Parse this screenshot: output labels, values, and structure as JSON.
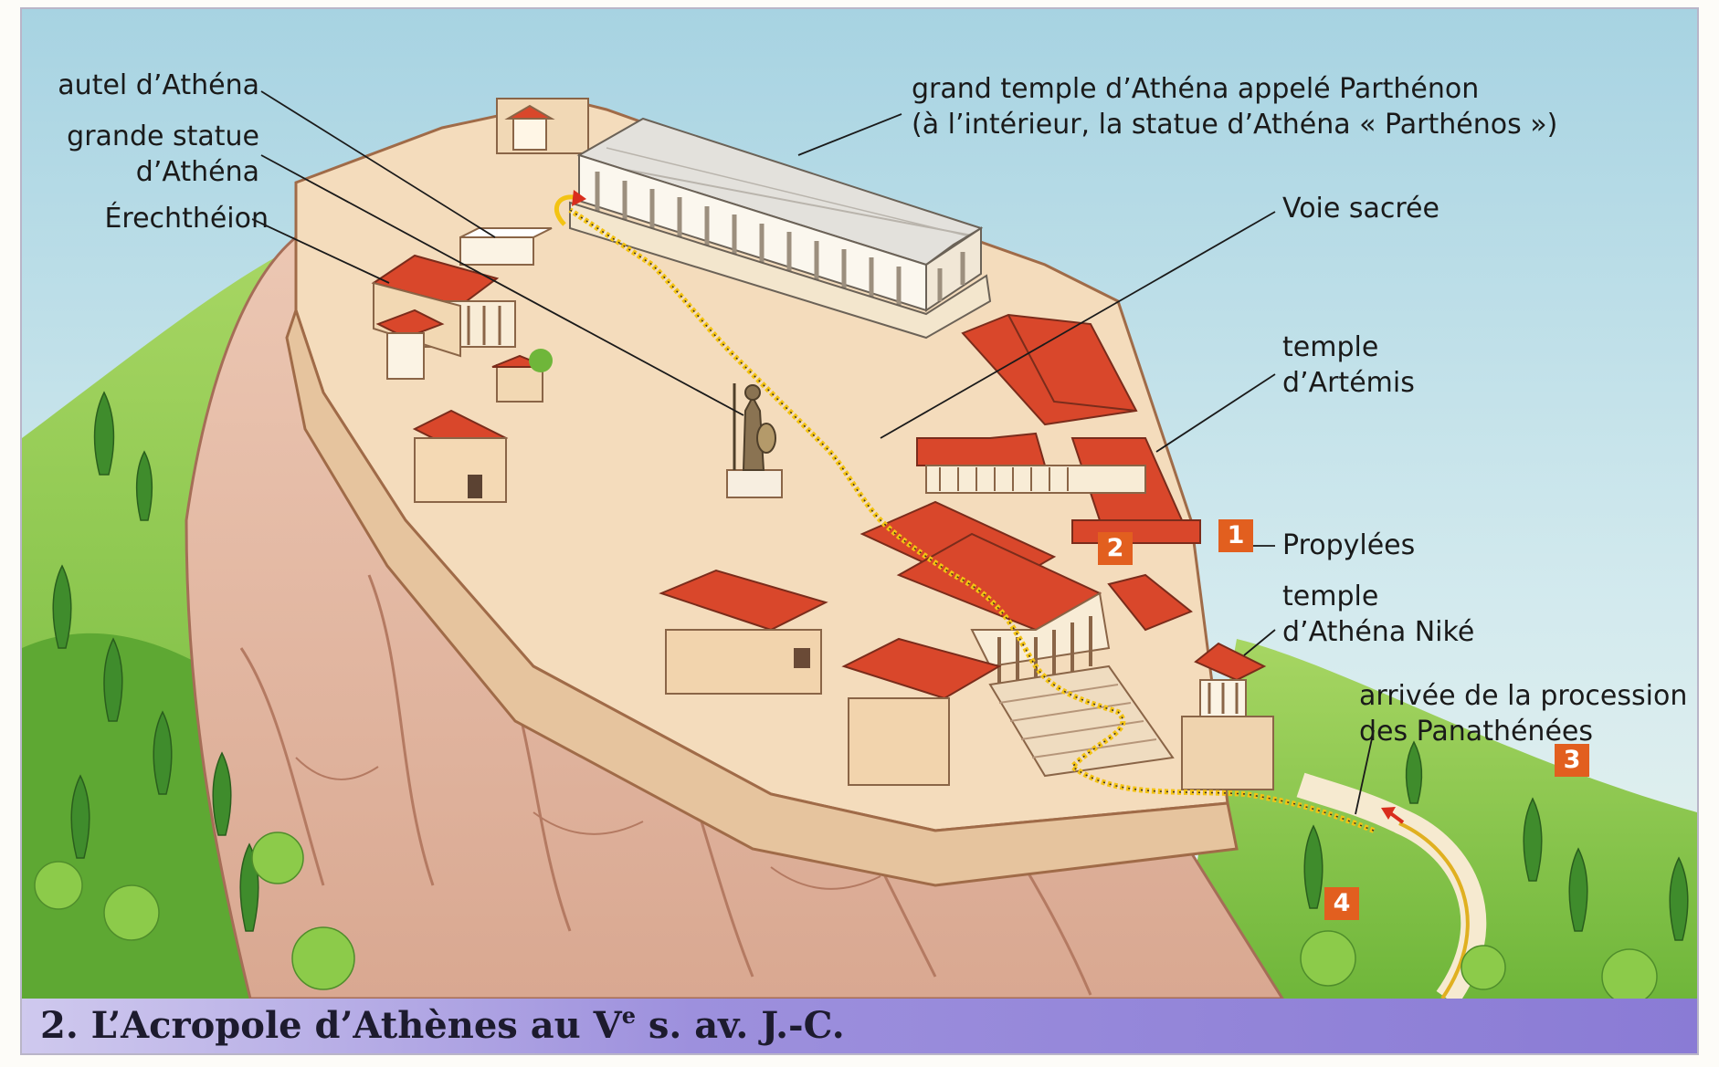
{
  "labels": {
    "autel": "autel d’Athéna",
    "statue_line1": "grande statue",
    "statue_line2": "d’Athéna",
    "erechtheion": "Érechthéion",
    "parthenon_line1": "grand temple d’Athéna appelé Parthénon",
    "parthenon_line2": "(à l’intérieur, la statue d’Athéna « Parthénos »)",
    "voie": "Voie sacrée",
    "artemis_line1": "temple",
    "artemis_line2": "d’Artémis",
    "propylees": "Propylées",
    "nike_line1": "temple",
    "nike_line2": "d’Athéna Niké",
    "procession_line1": "arrivée de la procession",
    "procession_line2": "des Panathénées"
  },
  "badges": [
    "1",
    "2",
    "3",
    "4"
  ],
  "caption": {
    "prefix": "2. L’Acropole d’Athènes au V",
    "sup": "e",
    "suffix": " s. av. J.-C."
  },
  "colors": {
    "sky": "#bcdde6",
    "roof": "#d9472b",
    "stone": "#f2d6b3",
    "rock": "#e6b9a2",
    "foliage": "#7cc241",
    "badge": "#e25f1f",
    "procession": "#f3c313",
    "caption_bar": "#8a7bd5"
  }
}
